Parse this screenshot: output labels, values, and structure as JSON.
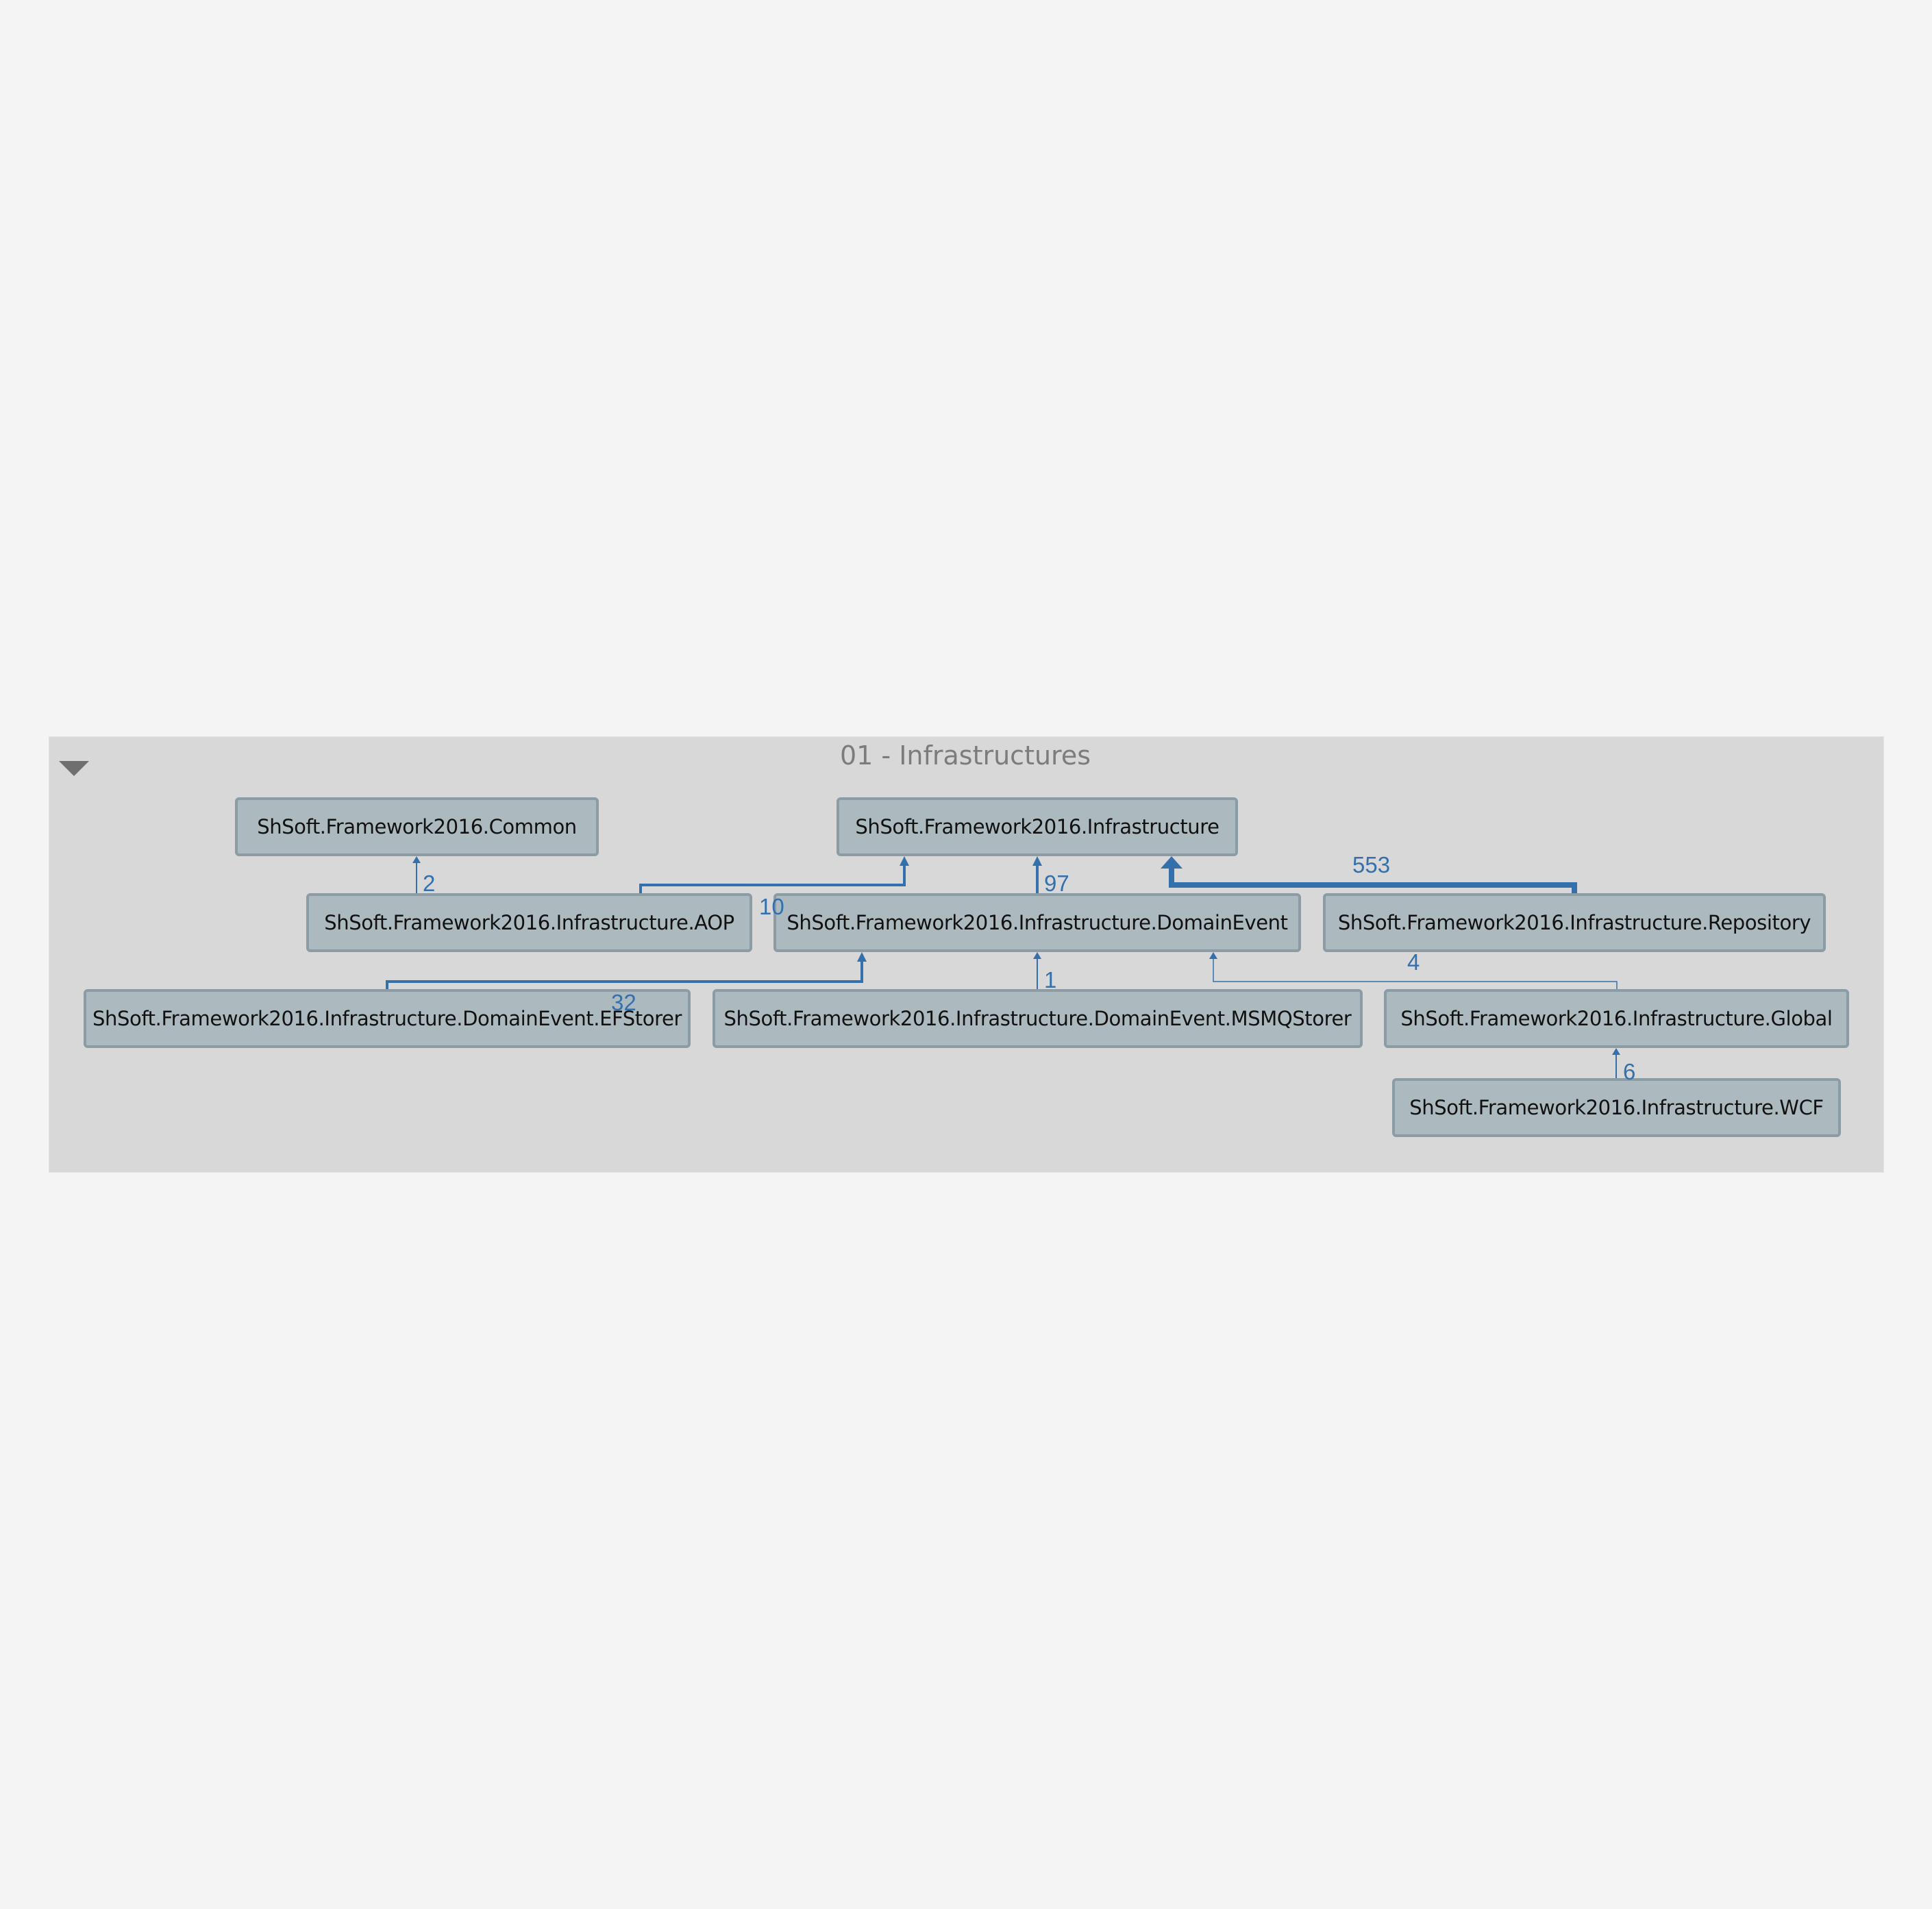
{
  "group": {
    "title": "01 - Infrastructures",
    "toggle_icon": "triangle-down"
  },
  "colors": {
    "edge": "#3470ac",
    "node_fill": "#acb9be",
    "node_border": "#8c9ca5",
    "group_fill": "#d8d8d8",
    "background": "#f4f4f4"
  },
  "nodes": {
    "common": "ShSoft.Framework2016.Common",
    "infrastructure": "ShSoft.Framework2016.Infrastructure",
    "aop": "ShSoft.Framework2016.Infrastructure.AOP",
    "domain_event": "ShSoft.Framework2016.Infrastructure.DomainEvent",
    "repository": "ShSoft.Framework2016.Infrastructure.Repository",
    "ef_storer": "ShSoft.Framework2016.Infrastructure.DomainEvent.EFStorer",
    "msmq_storer": "ShSoft.Framework2016.Infrastructure.DomainEvent.MSMQStorer",
    "global": "ShSoft.Framework2016.Infrastructure.Global",
    "wcf": "ShSoft.Framework2016.Infrastructure.WCF"
  },
  "edges": [
    {
      "from": "aop",
      "to": "common",
      "label": "2"
    },
    {
      "from": "aop",
      "to": "infrastructure",
      "label": "10"
    },
    {
      "from": "domain_event",
      "to": "infrastructure",
      "label": "97"
    },
    {
      "from": "repository",
      "to": "infrastructure",
      "label": "553"
    },
    {
      "from": "ef_storer",
      "to": "domain_event",
      "label": "32"
    },
    {
      "from": "msmq_storer",
      "to": "domain_event",
      "label": "1"
    },
    {
      "from": "global",
      "to": "domain_event",
      "label": "4"
    },
    {
      "from": "wcf",
      "to": "global",
      "label": "6"
    }
  ]
}
